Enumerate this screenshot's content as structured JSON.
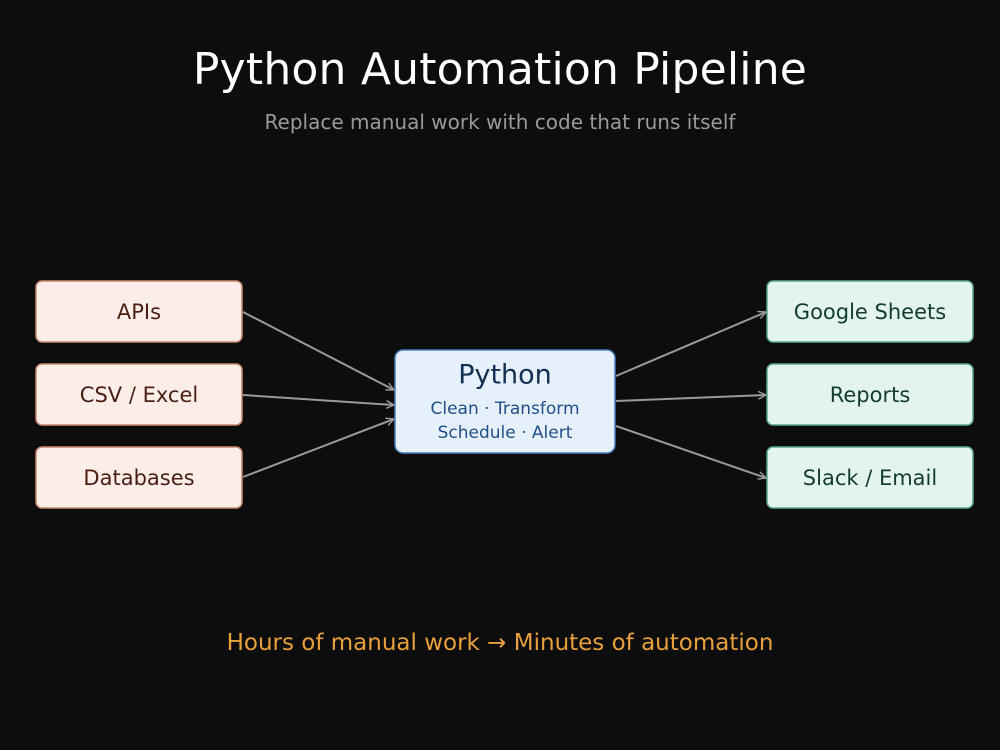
{
  "title": "Python Automation Pipeline",
  "subtitle": "Replace manual work with code that runs itself",
  "sources": [
    {
      "label": "APIs"
    },
    {
      "label": "CSV / Excel"
    },
    {
      "label": "Databases"
    }
  ],
  "hub": {
    "label": "Python",
    "line1": "Clean · Transform",
    "line2": "Schedule · Alert"
  },
  "outputs": [
    {
      "label": "Google Sheets"
    },
    {
      "label": "Reports"
    },
    {
      "label": "Slack / Email"
    }
  ],
  "footer": "Hours of manual work → Minutes of automation",
  "colors": {
    "background": "#0d0d0d",
    "source_fill": "#fbeee9",
    "source_stroke": "#c9896f",
    "source_text": "#4a1f12",
    "hub_fill": "#e6f0fb",
    "hub_stroke": "#4a7fc0",
    "hub_title": "#123052",
    "hub_text": "#1f4f86",
    "output_fill": "#e2f4ec",
    "output_stroke": "#5aa886",
    "output_text": "#123d2c",
    "arrow": "#9a9a9a",
    "footer": "#e8a03c"
  }
}
